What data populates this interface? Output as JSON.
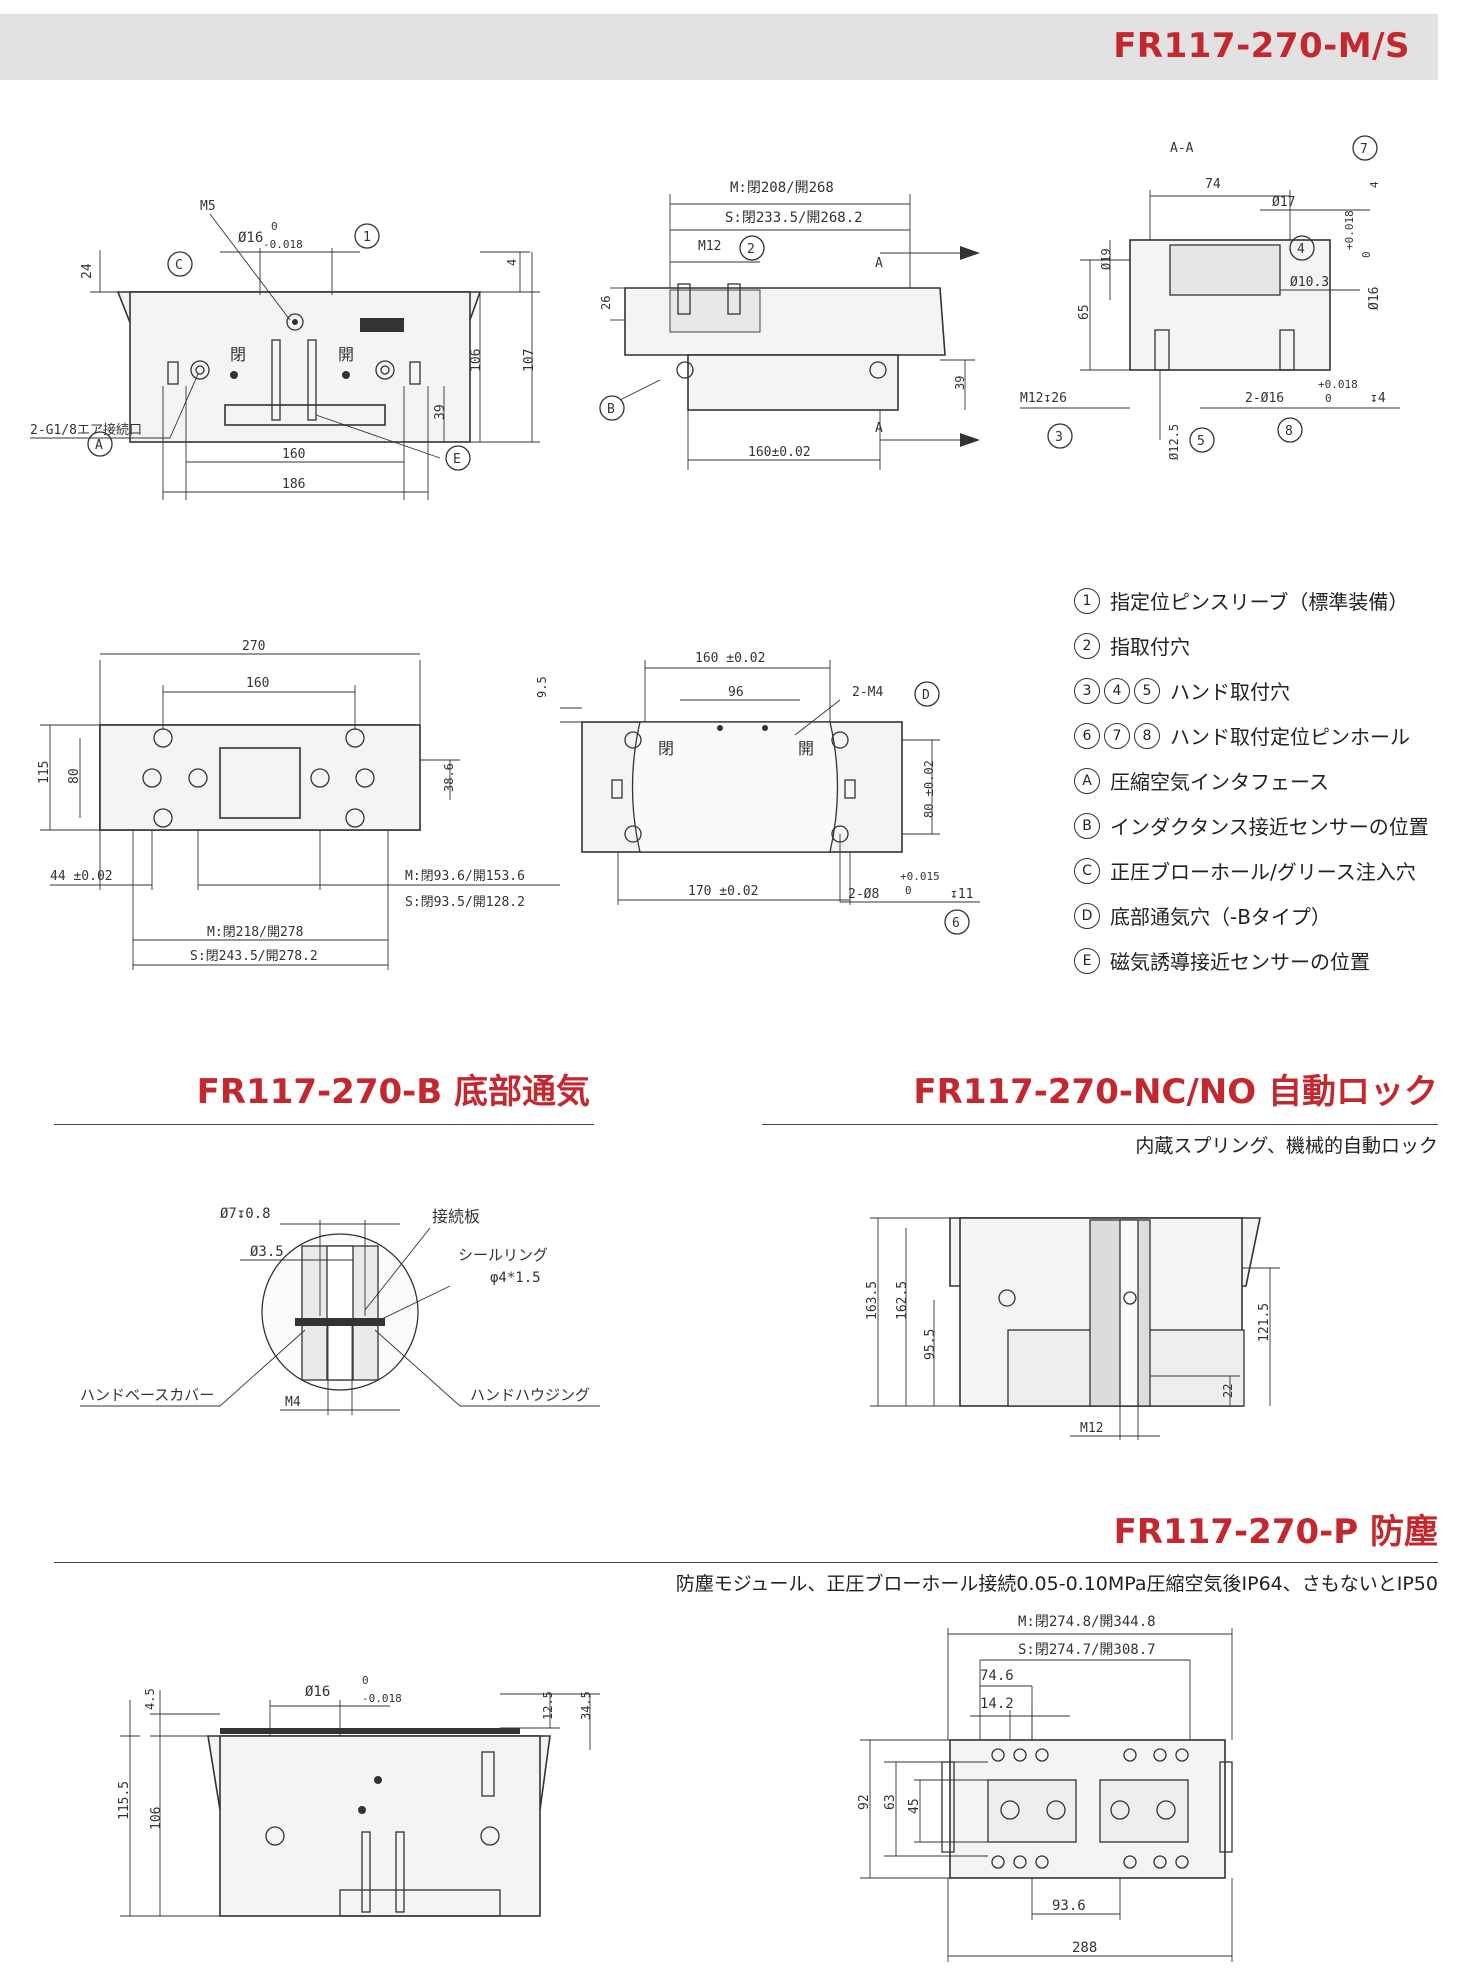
{
  "header": {
    "title": "FR117-270-M/S"
  },
  "sections": {
    "bottom_vent": {
      "title": "FR117-270-B 底部通気"
    },
    "auto_lock": {
      "title": "FR117-270-NC/NO 自動ロック",
      "subtitle": "内蔵スプリング、機械的自動ロック"
    },
    "dustproof": {
      "title": "FR117-270-P 防塵",
      "subtitle": "防塵モジュール、正圧ブローホール接続0.05-0.10MPa圧縮空気後IP64、さもないとIP50"
    }
  },
  "legend": [
    {
      "marks": [
        "1"
      ],
      "text": "指定位ピンスリーブ（標準装備）"
    },
    {
      "marks": [
        "2"
      ],
      "text": "指取付穴"
    },
    {
      "marks": [
        "3",
        "4",
        "5"
      ],
      "text": "ハンド取付穴"
    },
    {
      "marks": [
        "6",
        "7",
        "8"
      ],
      "text": "ハンド取付定位ピンホール"
    },
    {
      "marks": [
        "A"
      ],
      "text": "圧縮空気インタフェース"
    },
    {
      "marks": [
        "B"
      ],
      "text": "インダクタンス接近センサーの位置"
    },
    {
      "marks": [
        "C"
      ],
      "text": "正圧ブローホール/グリース注入穴"
    },
    {
      "marks": [
        "D"
      ],
      "text": "底部通気穴（-Bタイプ）"
    },
    {
      "marks": [
        "E"
      ],
      "text": "磁気誘導接近センサーの位置"
    }
  ],
  "drawings": {
    "front": {
      "dim_24": "24",
      "dim_m5": "M5",
      "dim_d16": "Ø16",
      "tol_upper": "0",
      "tol_lower": "-0.018",
      "dim_4": "4",
      "dim_106": "106",
      "dim_107": "107",
      "dim_39": "39",
      "air_port": "2-G1/8エア接続口",
      "dim_160": "160",
      "dim_186": "186",
      "closed": "閉",
      "open": "開",
      "c1": "1",
      "cC": "C",
      "cA": "A",
      "cE": "E"
    },
    "side": {
      "dim_m": "M:閉208/開268",
      "dim_s": "S:閉233.5/開268.2",
      "m12": "M12",
      "dim_26": "26",
      "dim_39": "39",
      "dim_160": "160±0.02",
      "sec": "A",
      "c2": "2",
      "cB": "B"
    },
    "section": {
      "title": "A-A",
      "dim_74": "74",
      "dim_d17": "Ø17",
      "dim_d19": "Ø19",
      "dim_d10": "Ø10.3",
      "dim_d16": "Ø16",
      "tol_u": "+0.018",
      "tol_l": "0",
      "dim_4": "4",
      "dim_65": "65",
      "m12_26": "M12↧26",
      "dim_12_5": "Ø12.5",
      "dim_2d16": "2-Ø16",
      "tol2_u": "+0.018",
      "tol2_l": "0",
      "dim_4b": "↧4",
      "c7": "7",
      "c4": "4",
      "c3": "3",
      "c5": "5",
      "c8": "8"
    },
    "top": {
      "dim_270": "270",
      "dim_160": "160",
      "dim_115": "115",
      "dim_80": "80",
      "dim_38_6": "38.6",
      "dim_44": "44 ±0.02",
      "dim_m93": "M:閉93.6/開153.6",
      "dim_s93": "S:閉93.5/開128.2",
      "dim_m218": "M:閉218/開278",
      "dim_s243": "S:閉243.5/開278.2"
    },
    "bottom": {
      "dim_160": "160 ±0.02",
      "dim_9_5": "9.5",
      "dim_96": "96",
      "m4": "2-M4",
      "dim_80": "80 ±0.02",
      "dim_170": "170 ±0.02",
      "pin": "2-Ø8",
      "tol_u": "+0.015",
      "tol_l": "0",
      "depth": "↧11",
      "closed": "閉",
      "open": "開",
      "cD": "D",
      "c6": "6"
    },
    "vent": {
      "d7": "Ø7↧0.8",
      "plate": "接続板",
      "d3_5": "Ø3.5",
      "seal": "シールリング",
      "seal_size": "φ4*1.5",
      "cover": "ハンドベースカバー",
      "m4": "M4",
      "housing": "ハンドハウジング"
    },
    "lock": {
      "d163": "163.5",
      "d162": "162.5",
      "d95": "95.5",
      "d121": "121.5",
      "d22": "22",
      "m12": "M12"
    },
    "dust_front": {
      "d4_5": "4.5",
      "d16": "Ø16",
      "tol_u": "0",
      "tol_l": "-0.018",
      "d12_5": "12.5",
      "d34_5": "34.5",
      "d115": "115.5",
      "d106": "106"
    },
    "dust_top": {
      "dm": "M:閉274.8/開344.8",
      "ds": "S:閉274.7/開308.7",
      "d74": "74.6",
      "d14": "14.2",
      "d92": "92",
      "d63": "63",
      "d45": "45",
      "d93": "93.6",
      "d288": "288"
    }
  }
}
